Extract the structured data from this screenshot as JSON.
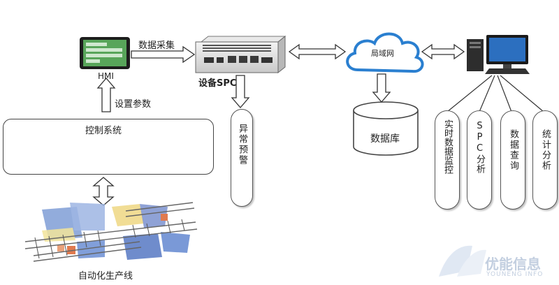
{
  "labels": {
    "data_collection": "数据采集",
    "hmi": "HMI",
    "set_params": "设置参数",
    "control_system": "控制系统",
    "device_spc": "设备SPC",
    "lan": "局域网",
    "database": "数据库",
    "auto_line": "自动化生产线"
  },
  "pills": {
    "abnormal_alert": "异常预警",
    "realtime_monitor": "实时数据监控",
    "spc_analysis": "SPC分析",
    "data_query": "数据查询",
    "stat_analysis": "统计分析"
  },
  "watermark": {
    "text": "优能信息",
    "subtext": "YOUNENG INFO"
  },
  "colors": {
    "cloud_stroke": "#2a7fd0",
    "arrow_fill": "#ffffff",
    "arrow_stroke": "#333333",
    "hmi_screen": "#5ba85b"
  }
}
